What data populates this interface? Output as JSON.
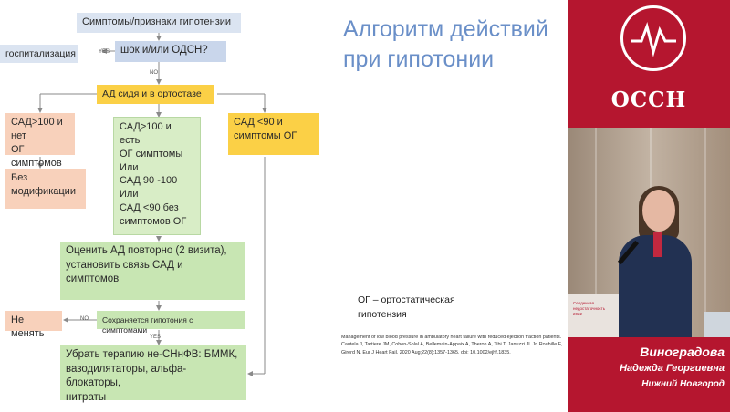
{
  "slide": {
    "title": "Алгоритм действий при гипотонии",
    "title_color": "#6a8fc8",
    "og_note_line1": "ОГ – ортостатическая",
    "og_note_line2": "гипотензия",
    "reference": "Management of low blood pressure in ambulatory heart failure with reduced ejection fraction patients. Cautela J, Tartiere JM, Cohen-Solal A, Bellemain-Appaix A, Theron A, Tibi T, Januzzi JL Jr, Roubille F, Girerd N. Eur J Heart Fail. 2020 Aug;22(8):1357-1365. doi: 10.1002/ejhf.1835."
  },
  "flowchart": {
    "symptoms": "Симптомы/признаки гипотензии",
    "shock": "шок и/или ОДСН?",
    "yes_label": "YES",
    "no_label": "NO",
    "hospitalization": "госпитализация",
    "bp_measure": "АД сидя и в ортостазе",
    "left_branch": [
      "САД>100 и нет",
      "ОГ симптомов"
    ],
    "no_modification": [
      "Без",
      "модификации"
    ],
    "middle_branch": [
      "САД>100 и есть",
      "ОГ симптомы",
      "Или",
      "САД 90 -100",
      "Или",
      "САД <90 без",
      "симптомов ОГ"
    ],
    "right_branch": [
      "САД <90 и",
      "симптомы ОГ"
    ],
    "reassess": [
      "Оценить АД повторно (2 визита),",
      "установить связь САД и",
      "симптомов"
    ],
    "persists": "Сохраняется гипотония с симптомами",
    "no_change": "Не менять",
    "remove_therapy": [
      "Убрать терапию не-СНнФВ: БММК,",
      "вазодилятаторы, альфа-блокаторы,",
      "нитраты"
    ]
  },
  "colors": {
    "blue_box": "#dbe4f1",
    "orange_box": "#f8d1bb",
    "yellow_box": "#fbd046",
    "green_box": "#d8edc6",
    "brand_red": "#b5162f"
  },
  "sidebar": {
    "logo_text": "ОССН",
    "podium_text": [
      "Сердечная",
      "недостаточность",
      "2022"
    ],
    "speaker_surname": "Виноградова",
    "speaker_name": "Надежда Георгиевна",
    "speaker_city": "Нижний Новгород"
  }
}
